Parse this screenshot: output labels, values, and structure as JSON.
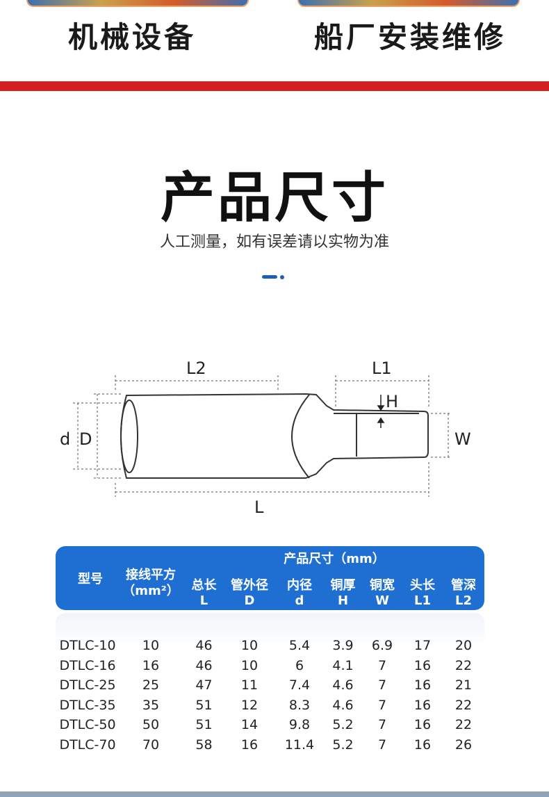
{
  "categories": [
    "机械设备",
    "船厂安装维修"
  ],
  "section": {
    "title": "产品尺寸",
    "subtitle": "人工测量，如有误差请以实物为准"
  },
  "diagram": {
    "labels": {
      "L2": "L2",
      "L1": "L1",
      "H": "H",
      "d": "d",
      "D": "D",
      "W": "W",
      "L": "L"
    }
  },
  "table": {
    "group_header": "产品尺寸（mm）",
    "model_header": "型号",
    "area_header": [
      "接线平方",
      "（mm²）"
    ],
    "columns": [
      [
        "总长",
        "L"
      ],
      [
        "管外径",
        "D"
      ],
      [
        "内径",
        "d"
      ],
      [
        "铜厚",
        "H"
      ],
      [
        "铜宽",
        "W"
      ],
      [
        "头长",
        "L1"
      ],
      [
        "管深",
        "L2"
      ]
    ],
    "rows": [
      [
        "DTLC-10",
        "10",
        "46",
        "10",
        "5.4",
        "3.9",
        "6.9",
        "17",
        "20"
      ],
      [
        "DTLC-16",
        "16",
        "46",
        "10",
        "6",
        "4.1",
        "7",
        "16",
        "22"
      ],
      [
        "DTLC-25",
        "25",
        "47",
        "11",
        "7.4",
        "4.6",
        "7",
        "16",
        "21"
      ],
      [
        "DTLC-35",
        "35",
        "51",
        "12",
        "8.3",
        "4.6",
        "7",
        "16",
        "22"
      ],
      [
        "DTLC-50",
        "50",
        "51",
        "14",
        "9.8",
        "5.2",
        "7",
        "16",
        "22"
      ],
      [
        "DTLC-70",
        "70",
        "58",
        "16",
        "11.4",
        "5.2",
        "7",
        "16",
        "26"
      ]
    ]
  },
  "colors": {
    "accent_red": "#d61f1f",
    "table_blue": "#1f6fd3",
    "dash_blue": "#1f5fb8"
  }
}
